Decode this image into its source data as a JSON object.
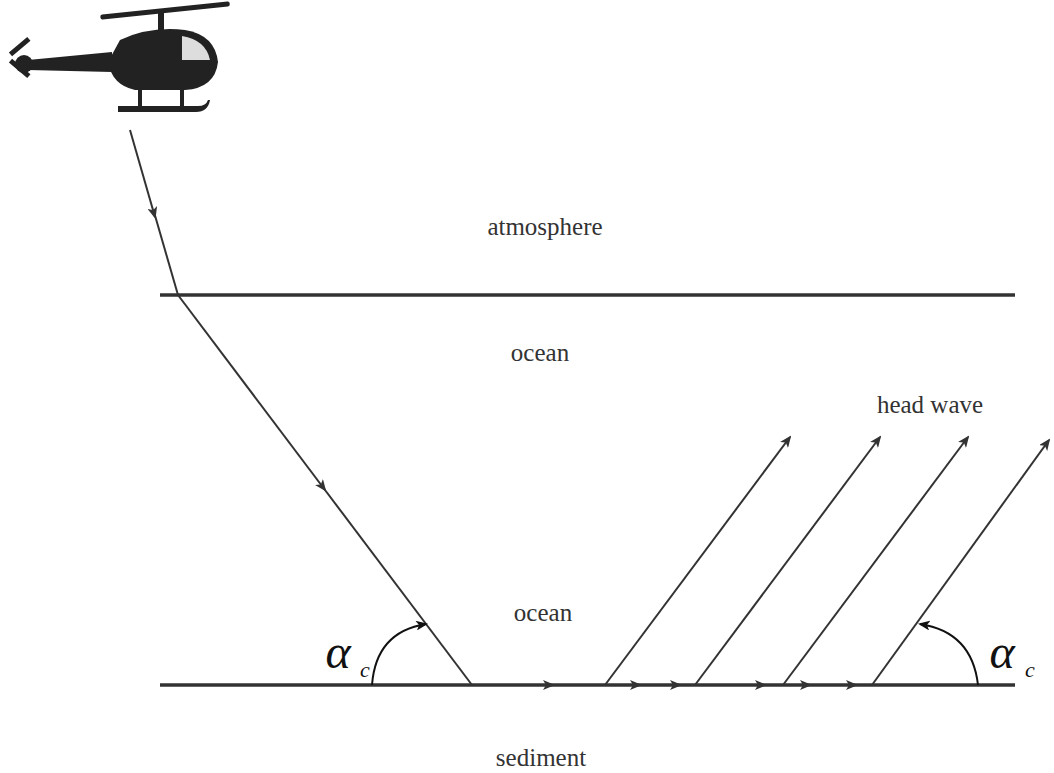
{
  "diagram": {
    "labels": [
      "atmosphere",
      "ocean",
      "head wave",
      "ocean",
      "sediment",
      "α",
      "c",
      "α",
      "c"
    ]
  }
}
